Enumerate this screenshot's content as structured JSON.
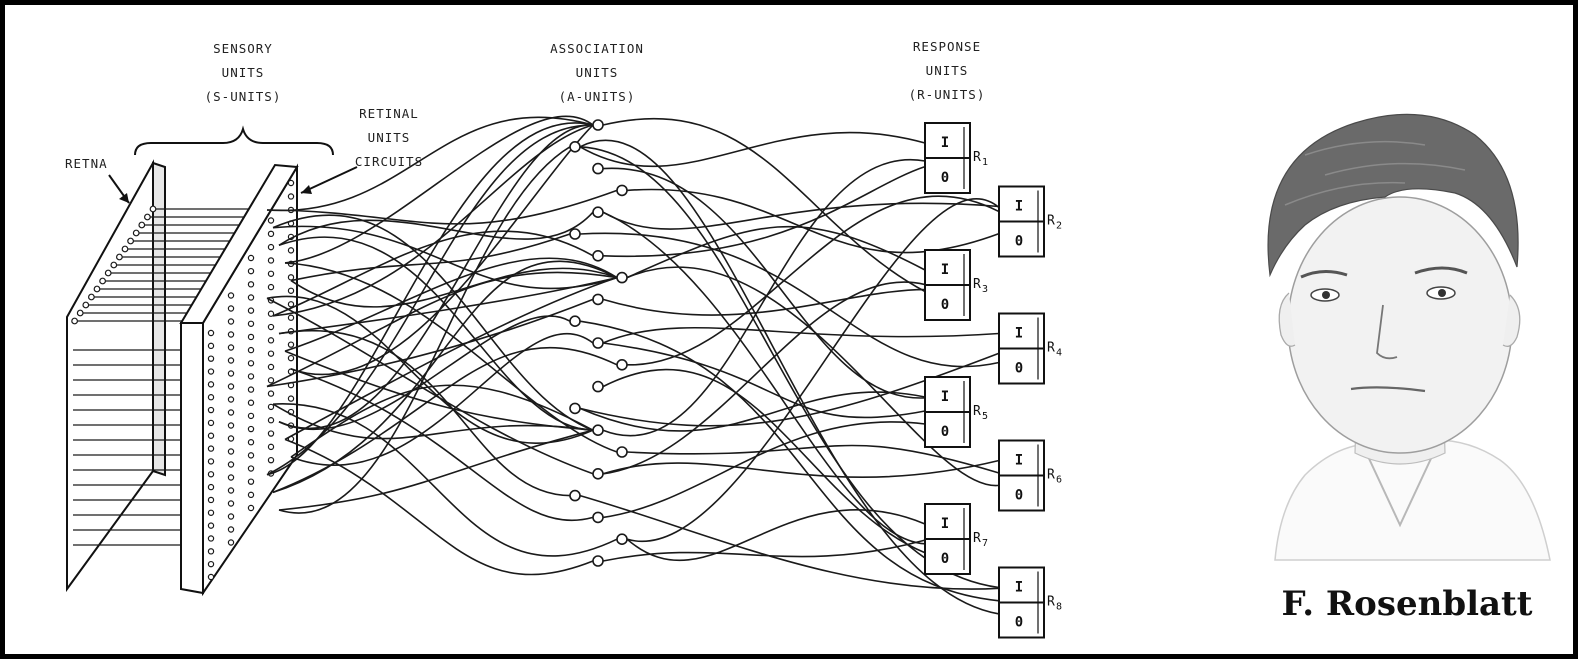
{
  "labels": {
    "sensory": [
      "SENSORY",
      "UNITS",
      "(S-UNITS)"
    ],
    "association": [
      "ASSOCIATION",
      "UNITS",
      "(A-UNITS)"
    ],
    "response": [
      "RESPONSE",
      "UNITS",
      "(R-UNITS)"
    ],
    "retinal_circuits": [
      "RETINAL",
      "UNITS",
      "CIRCUITS"
    ],
    "retina": "RETNA"
  },
  "response_units": [
    {
      "top": "I",
      "bottom": "0",
      "name": "R",
      "index": "1"
    },
    {
      "top": "I",
      "bottom": "0",
      "name": "R",
      "index": "2"
    },
    {
      "top": "I",
      "bottom": "0",
      "name": "R",
      "index": "3"
    },
    {
      "top": "I",
      "bottom": "0",
      "name": "R",
      "index": "4"
    },
    {
      "top": "I",
      "bottom": "0",
      "name": "R",
      "index": "5"
    },
    {
      "top": "I",
      "bottom": "0",
      "name": "R",
      "index": "6"
    },
    {
      "top": "I",
      "bottom": "0",
      "name": "R",
      "index": "7"
    },
    {
      "top": "I",
      "bottom": "0",
      "name": "R",
      "index": "8"
    }
  ],
  "portrait": {
    "caption": "F. Rosenblatt",
    "skin_color": "#f2f2f2",
    "hair_color": "#6a6a6a"
  },
  "line_color": "#1a1a1a"
}
